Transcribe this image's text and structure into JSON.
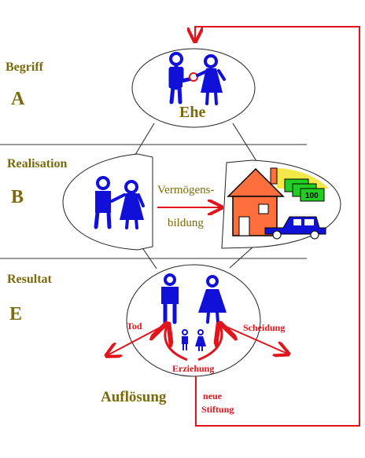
{
  "sections": [
    {
      "name": "Begriff",
      "letter": "A"
    },
    {
      "name": "Realisation",
      "letter": "B"
    },
    {
      "name": "Resultat",
      "letter": "E"
    }
  ],
  "ehe_label": "Ehe",
  "arrow_label_line1": "Vermögens-",
  "arrow_label_line2": "bildung",
  "money_value": "100",
  "death_label": "Tod",
  "divorce_label": "Scheidung",
  "education_label": "Erziehung",
  "dissolution_label": "Auflösung",
  "new_foundation_line1": "neue",
  "new_foundation_line2": "Stiftung",
  "colors": {
    "label": "#7a6a0a",
    "figure": "#1010d8",
    "arrow": "#e0141a",
    "house": "#ff6f3d",
    "money": "#22cc22"
  }
}
